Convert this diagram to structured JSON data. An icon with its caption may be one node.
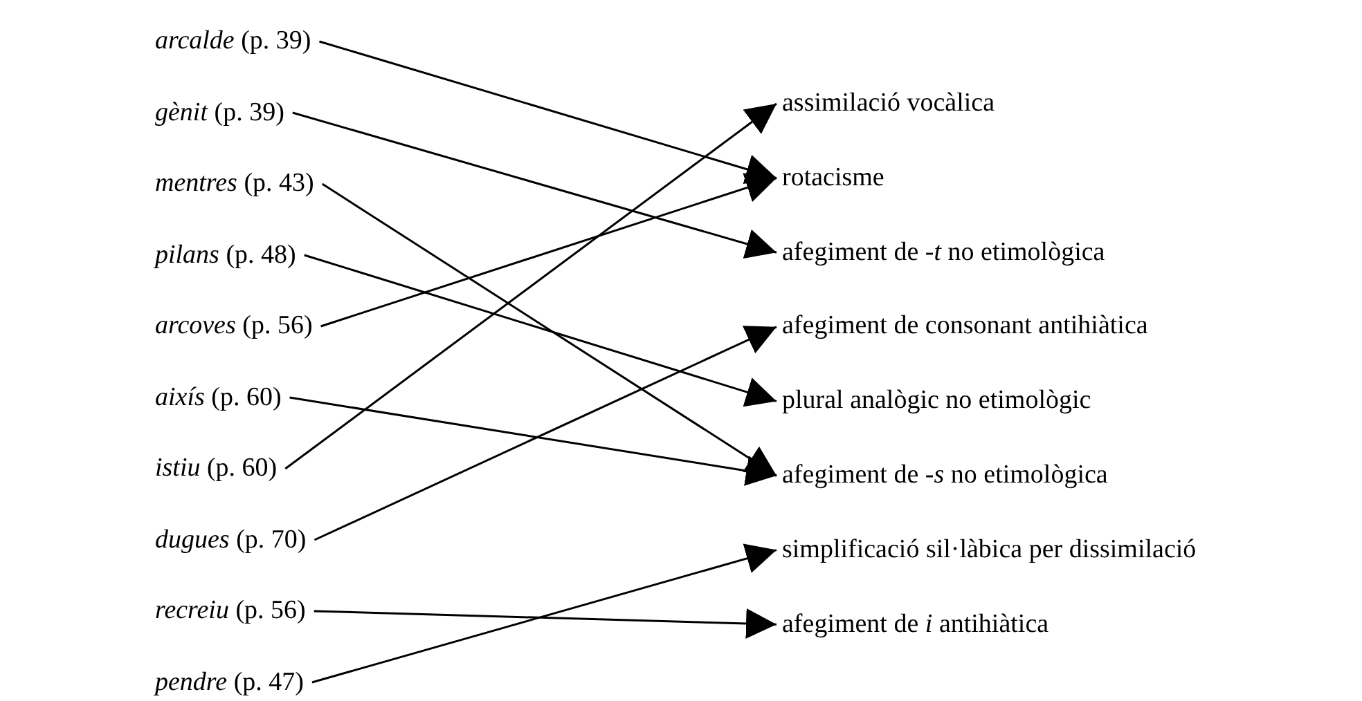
{
  "diagram": {
    "nodes": [
      {
        "text": [
          "*arcalde* (p. 39)"
        ]
      },
      {
        "text": [
          "*gènit* (p. 39)"
        ]
      },
      {
        "text": [
          "*mentres* (p. 43)"
        ]
      },
      {
        "text": [
          "*pilans* (p. 48)"
        ]
      },
      {
        "text": [
          "*arcoves* (p. 56)"
        ]
      },
      {
        "text": [
          "*aixís* (p. 60)"
        ]
      },
      {
        "text": [
          "*istiu* (p. 60)"
        ]
      },
      {
        "text": [
          "*dugues* (p. 70)"
        ]
      },
      {
        "text": [
          "*recreiu* (p. 56)"
        ]
      },
      {
        "text": [
          "*pendre* (p. 47)"
        ]
      },
      {
        "text": [
          "assimilació vocàlica"
        ]
      },
      {
        "text": [
          "rotacisme"
        ]
      },
      {
        "text": [
          "afegiment de *-t* no etimològica"
        ]
      },
      {
        "text": [
          "afegiment de consonant antihiàtica"
        ]
      },
      {
        "text": [
          "plural analògic no etimològic"
        ]
      },
      {
        "text": [
          "afegiment de *-s* no etimològica"
        ]
      },
      {
        "text": [
          "simplificació sil·làbica per dissimilació"
        ]
      },
      {
        "text": [
          "afegiment de *i* antihiàtica"
        ]
      }
    ],
    "edges": [
      {
        "from": 0,
        "to": 11,
        "arrow": "to"
      },
      {
        "from": 1,
        "to": 12,
        "arrow": "to"
      },
      {
        "from": 2,
        "to": 15,
        "arrow": "to"
      },
      {
        "from": 3,
        "to": 14,
        "arrow": "to"
      },
      {
        "from": 4,
        "to": 11,
        "arrow": "to"
      },
      {
        "from": 5,
        "to": 15,
        "arrow": "to"
      },
      {
        "from": 6,
        "to": 10,
        "arrow": "to"
      },
      {
        "from": 7,
        "to": 13,
        "arrow": "to"
      },
      {
        "from": 8,
        "to": 17,
        "arrow": "to"
      },
      {
        "from": 9,
        "to": 16,
        "arrow": "to"
      }
    ]
  }
}
